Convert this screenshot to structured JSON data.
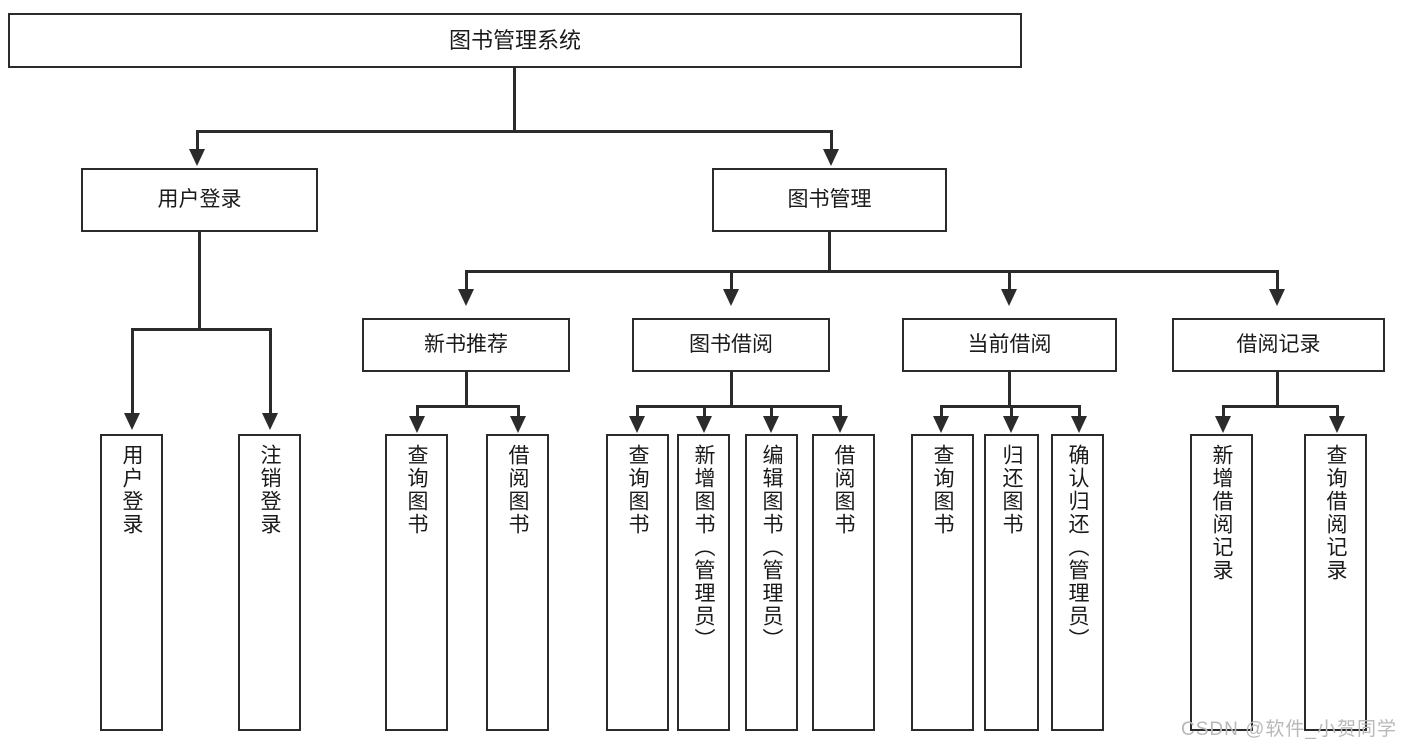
{
  "diagram": {
    "title": "图书管理系统",
    "type": "tree-hierarchy-chart",
    "watermark": "CSDN @软件_小贺同学",
    "colors": {
      "box_border": "#2b2b2b",
      "box_fill": "#ffffff",
      "text": "#1a1a1a",
      "connector": "#2b2b2b",
      "watermark": "#b9b9b9"
    },
    "root": {
      "label": "图书管理系统"
    },
    "level2": [
      {
        "label": "用户登录"
      },
      {
        "label": "图书管理"
      }
    ],
    "level3": [
      {
        "label": "新书推荐"
      },
      {
        "label": "图书借阅"
      },
      {
        "label": "当前借阅"
      },
      {
        "label": "借阅记录"
      }
    ],
    "leaves": {
      "user_login": [
        {
          "label": "用户登录"
        },
        {
          "label": "注销登录"
        }
      ],
      "new_book": [
        {
          "label": "查询图书"
        },
        {
          "label": "借阅图书"
        }
      ],
      "book_borrow": [
        {
          "label": "查询图书"
        },
        {
          "label": "新增图书（管理员）"
        },
        {
          "label": "编辑图书（管理员）"
        },
        {
          "label": "借阅图书"
        }
      ],
      "current_borrow": [
        {
          "label": "查询图书"
        },
        {
          "label": "归还图书"
        },
        {
          "label": "确认归还（管理员）"
        }
      ],
      "borrow_record": [
        {
          "label": "新增借阅记录"
        },
        {
          "label": "查询借阅记录"
        }
      ]
    }
  }
}
